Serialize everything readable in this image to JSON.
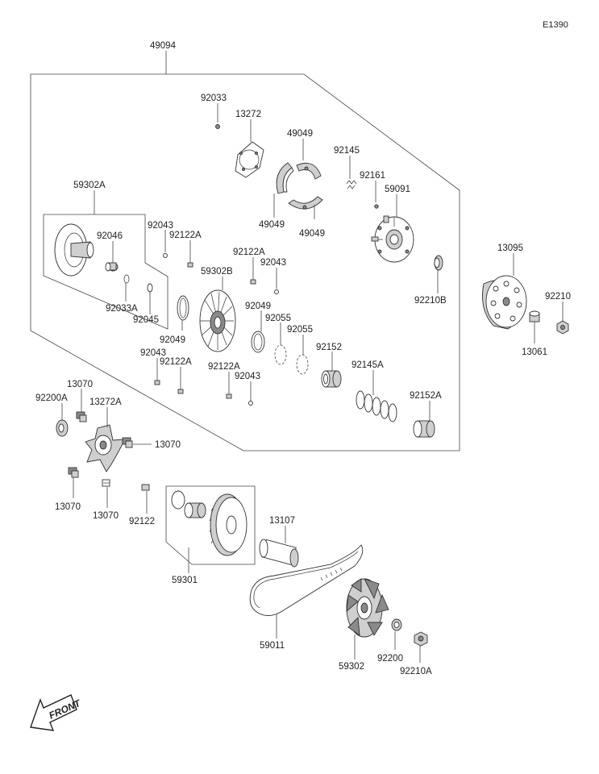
{
  "ref_code": "E1390",
  "front_label": "FRONT",
  "labels": {
    "l49094": "49094",
    "l92033": "92033",
    "l13272": "13272",
    "l49049a": "49049",
    "l49049b": "49049",
    "l49049c": "49049",
    "l92145": "92145",
    "l92161": "92161",
    "l59091": "59091",
    "l59302A": "59302A",
    "l92046": "92046",
    "l92033A": "92033A",
    "l92045": "92045",
    "l92043a": "92043",
    "l92122Aa": "92122A",
    "l92122Ab": "92122A",
    "l92043b": "92043",
    "l59302B": "59302B",
    "l92049a": "92049",
    "l92049b": "92049",
    "l92055a": "92055",
    "l92055b": "92055",
    "l92152": "92152",
    "l92210B": "92210B",
    "l13095": "13095",
    "l92210": "92210",
    "l13061": "13061",
    "l92043c": "92043",
    "l92122Ac": "92122A",
    "l92122Ad": "92122A",
    "l92043d": "92043",
    "l92145A": "92145A",
    "l92152A": "92152A",
    "l13070a": "13070",
    "l92200A": "92200A",
    "l13272A": "13272A",
    "l13070b": "13070",
    "l13070c": "13070",
    "l13070d": "13070",
    "l92122": "92122",
    "l13107": "13107",
    "l59301": "59301",
    "l59011": "59011",
    "l59302": "59302",
    "l92200": "92200",
    "l92210A": "92210A"
  }
}
